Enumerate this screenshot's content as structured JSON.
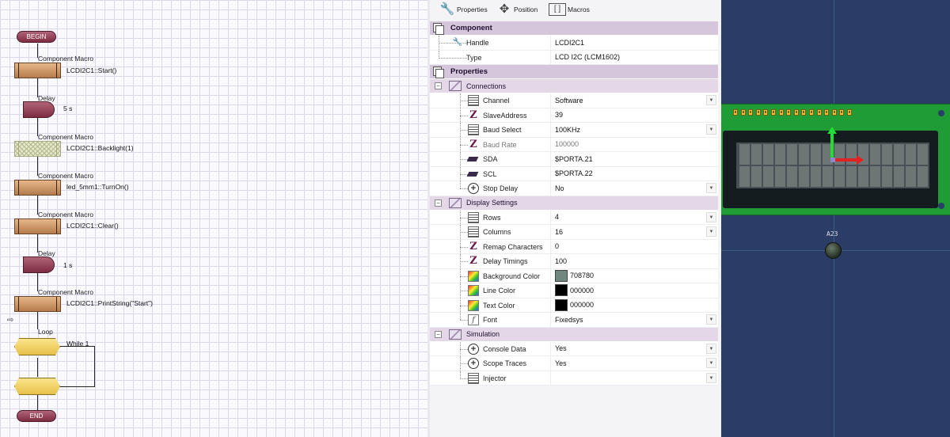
{
  "flowchart": {
    "begin_label": "BEGIN",
    "end_label": "END",
    "icons": [
      {
        "kind": "macro",
        "title": "Component Macro",
        "text": "LCDI2C1::Start()"
      },
      {
        "kind": "delay",
        "title": "Delay",
        "text": "5 s"
      },
      {
        "kind": "macro-disabled",
        "title": "Component Macro",
        "text": "LCDI2C1::Backlight(1)"
      },
      {
        "kind": "macro",
        "title": "Component Macro",
        "text": "led_5mm1::TurnOn()"
      },
      {
        "kind": "macro",
        "title": "Component Macro",
        "text": "LCDI2C1::Clear()"
      },
      {
        "kind": "delay",
        "title": "Delay",
        "text": "1 s"
      },
      {
        "kind": "macro",
        "title": "Component Macro",
        "text": "LCDI2C1::PrintString(\"Start\")"
      }
    ],
    "loop": {
      "title": "Loop",
      "condition": "While 1"
    }
  },
  "toolbar": {
    "properties_label": "Properties",
    "position_label": "Position",
    "macros_label": "Macros"
  },
  "properties": {
    "component_section": "Component",
    "handle_label": "Handle",
    "handle_value": "LCDI2C1",
    "type_label": "Type",
    "type_value": "LCD I2C (LCM1602)",
    "properties_section": "Properties",
    "connections_group": "Connections",
    "channel_label": "Channel",
    "channel_value": "Software",
    "slave_label": "SlaveAddress",
    "slave_value": "39",
    "baud_select_label": "Baud Select",
    "baud_select_value": "100KHz",
    "baud_rate_label": "Baud Rate",
    "baud_rate_value": "100000",
    "sda_label": "SDA",
    "sda_value": "$PORTA.21",
    "scl_label": "SCL",
    "scl_value": "$PORTA.22",
    "stop_delay_label": "Stop Delay",
    "stop_delay_value": "No",
    "display_group": "Display Settings",
    "rows_label": "Rows",
    "rows_value": "4",
    "columns_label": "Columns",
    "columns_value": "16",
    "remap_label": "Remap Characters",
    "remap_value": "0",
    "delay_timings_label": "Delay Timings",
    "delay_timings_value": "100",
    "bg_color_label": "Background Color",
    "bg_color_value": "708780",
    "bg_color_hex": "#708780",
    "line_color_label": "Line Color",
    "line_color_value": "000000",
    "line_color_hex": "#000000",
    "text_color_label": "Text Color",
    "text_color_value": "000000",
    "text_color_hex": "#000000",
    "font_label": "Font",
    "font_value": "Fixedsys",
    "simulation_group": "Simulation",
    "console_label": "Console Data",
    "console_value": "Yes",
    "scope_label": "Scope Traces",
    "scope_value": "Yes",
    "injector_label": "Injector",
    "injector_value": ""
  },
  "panel3d": {
    "led_label": "A23",
    "header_pin_count": 16,
    "lcd_columns": 16,
    "lcd_rows": 2
  }
}
